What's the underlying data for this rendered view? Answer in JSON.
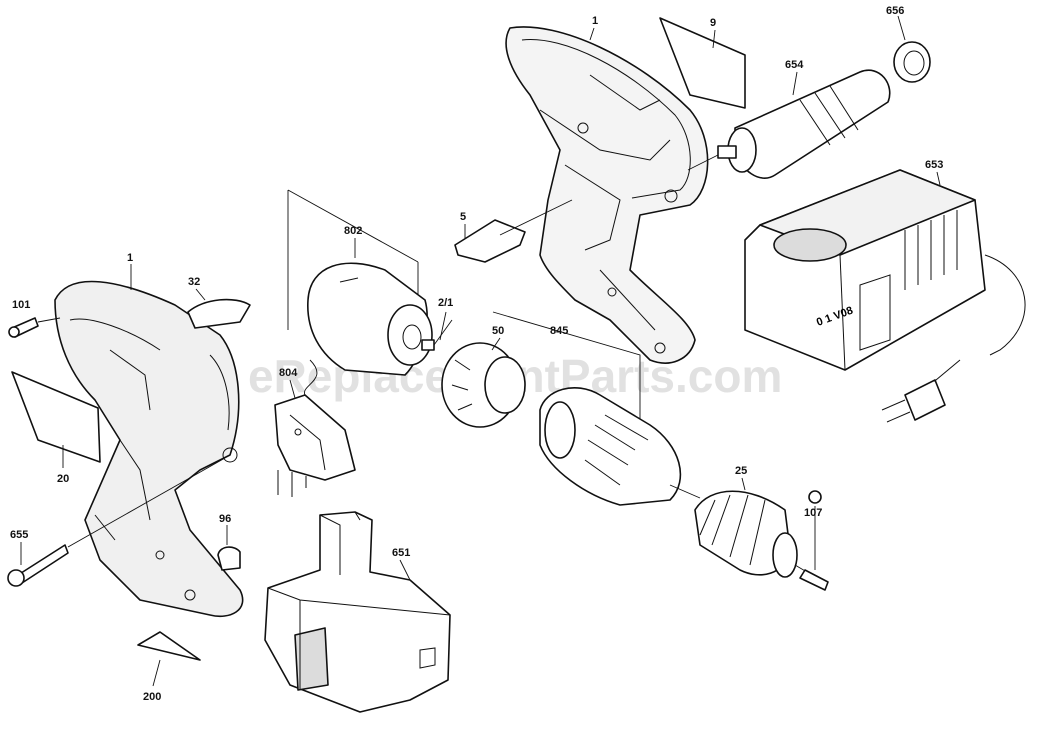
{
  "watermark": "eReplacementParts.com",
  "labels": {
    "l1_top": "1",
    "l9": "9",
    "l656": "656",
    "l654": "654",
    "l653": "653",
    "l5": "5",
    "l802": "802",
    "l1_left": "1",
    "l32": "32",
    "l101": "101",
    "l2_1": "2/1",
    "l50": "50",
    "l845": "845",
    "l804": "804",
    "l20": "20",
    "l96": "96",
    "l655": "655",
    "l651": "651",
    "l25": "25",
    "l107": "107",
    "l200": "200"
  },
  "charger_marking": "0 1 V08"
}
